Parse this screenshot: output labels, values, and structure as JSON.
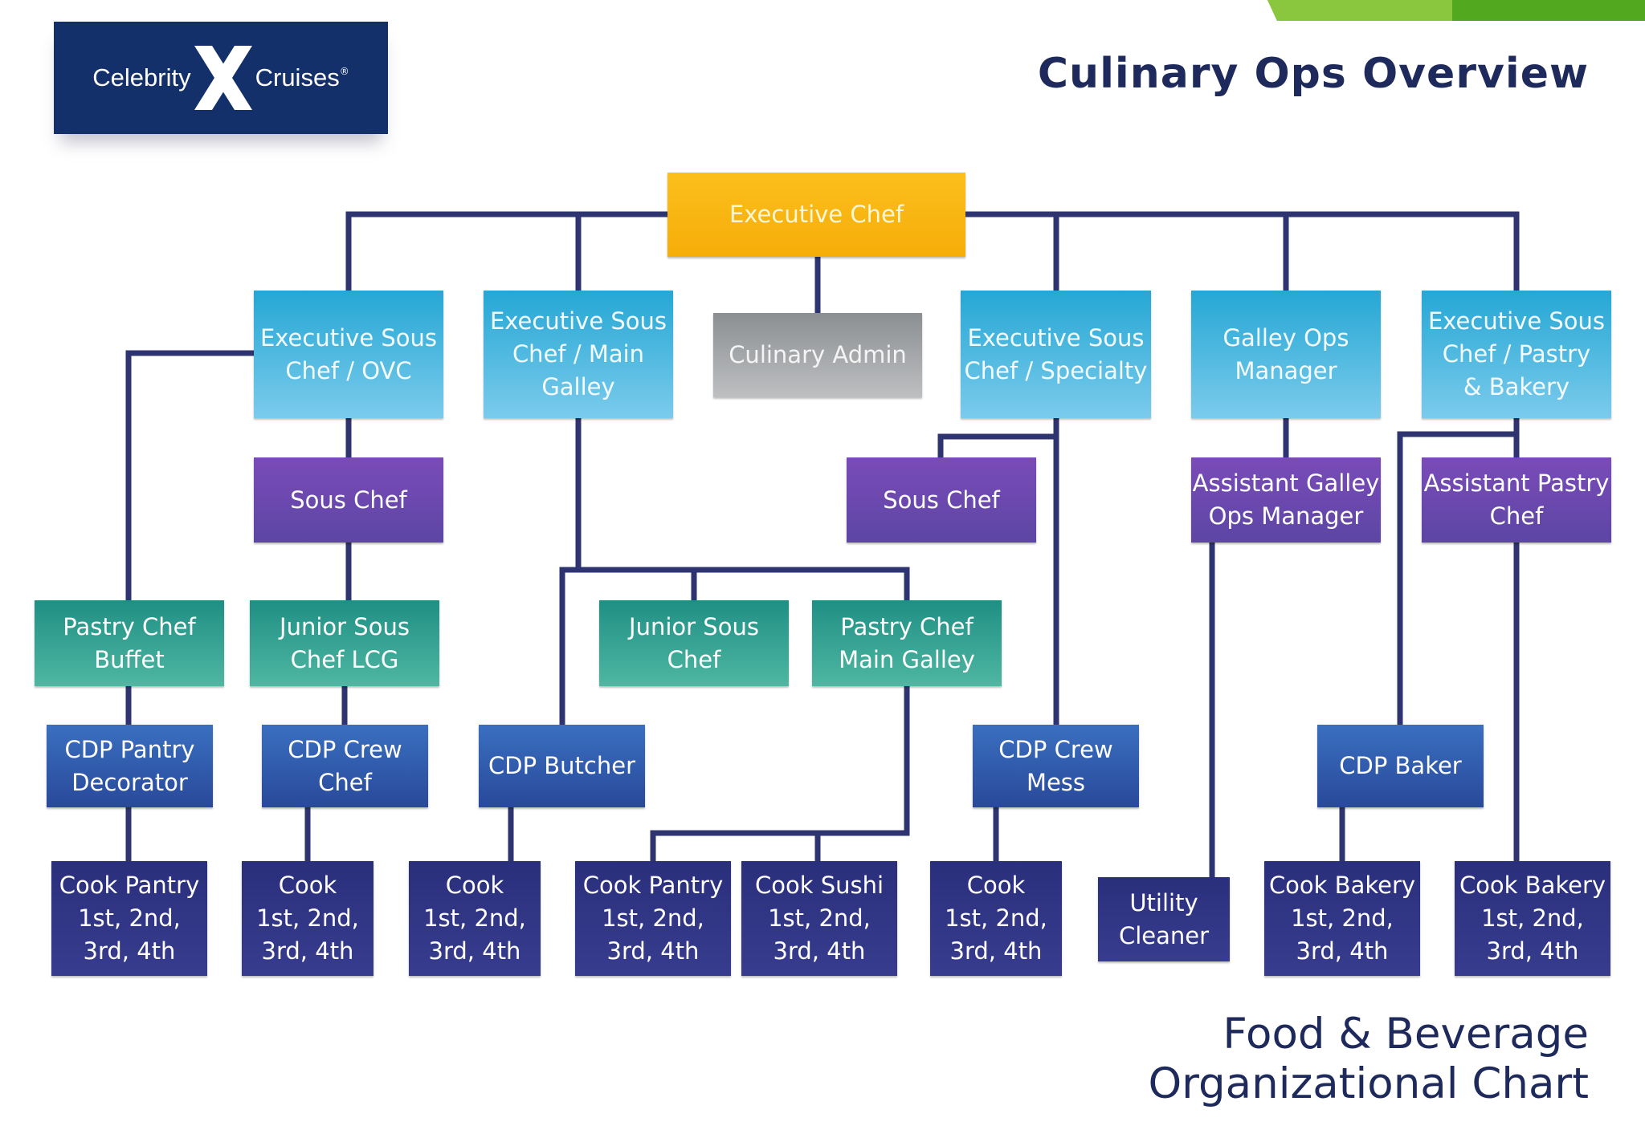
{
  "brand": {
    "logo_left": "Celebrity",
    "logo_mark": "X",
    "logo_right": "Cruises",
    "logo_reg": "®",
    "logo_bg": "#13306b"
  },
  "header": {
    "title": "Culinary Ops Overview"
  },
  "footer": {
    "line1": "Food & Beverage",
    "line2": "Organizational Chart"
  },
  "chart": {
    "line_color": "#2e3470",
    "accent_colors": {
      "top": "#f9b614",
      "exec": "#3fb2de",
      "admin": "#a7a9ab",
      "sous": "#6a48ae",
      "junior": "#35a393",
      "cdp": "#3159a9",
      "cook": "#30357f"
    },
    "nodes": {
      "executive_chef": "Executive Chef",
      "exec_sous_ovc": "Executive Sous\nChef / OVC",
      "exec_sous_main": "Executive Sous\nChef / Main\nGalley",
      "culinary_admin": "Culinary Admin",
      "exec_sous_specialty": "Executive Sous\nChef / Specialty",
      "galley_ops_manager": "Galley Ops\nManager",
      "exec_sous_pastry": "Executive Sous\nChef / Pastry\n& Bakery",
      "sous_chef_left": "Sous Chef",
      "sous_chef_right": "Sous Chef",
      "asst_galley_ops": "Assistant Galley\nOps Manager",
      "asst_pastry_chef": "Assistant Pastry\nChef",
      "pastry_chef_buffet": "Pastry Chef\nBuffet",
      "junior_sous_lcg": "Junior Sous\nChef LCG",
      "junior_sous_chef": "Junior Sous Chef",
      "pastry_chef_main": "Pastry Chef\nMain Galley",
      "cdp_pantry_decorator": "CDP Pantry\nDecorator",
      "cdp_crew_chef": "CDP Crew\nChef",
      "cdp_butcher": "CDP Butcher",
      "cdp_crew_mess": "CDP Crew\nMess",
      "cdp_baker": "CDP Baker",
      "cook_pantry_1": "Cook Pantry\n1st, 2nd,\n3rd, 4th",
      "cook_1": "Cook\n1st, 2nd,\n3rd, 4th",
      "cook_2": "Cook\n1st, 2nd,\n3rd, 4th",
      "cook_pantry_2": "Cook Pantry\n1st, 2nd,\n3rd, 4th",
      "cook_sushi": "Cook Sushi\n1st, 2nd,\n3rd, 4th",
      "cook_3": "Cook\n1st, 2nd,\n3rd, 4th",
      "utility_cleaner": "Utility\nCleaner",
      "cook_bakery_1": "Cook Bakery\n1st, 2nd,\n3rd, 4th",
      "cook_bakery_2": "Cook Bakery\n1st, 2nd,\n3rd, 4th"
    }
  }
}
